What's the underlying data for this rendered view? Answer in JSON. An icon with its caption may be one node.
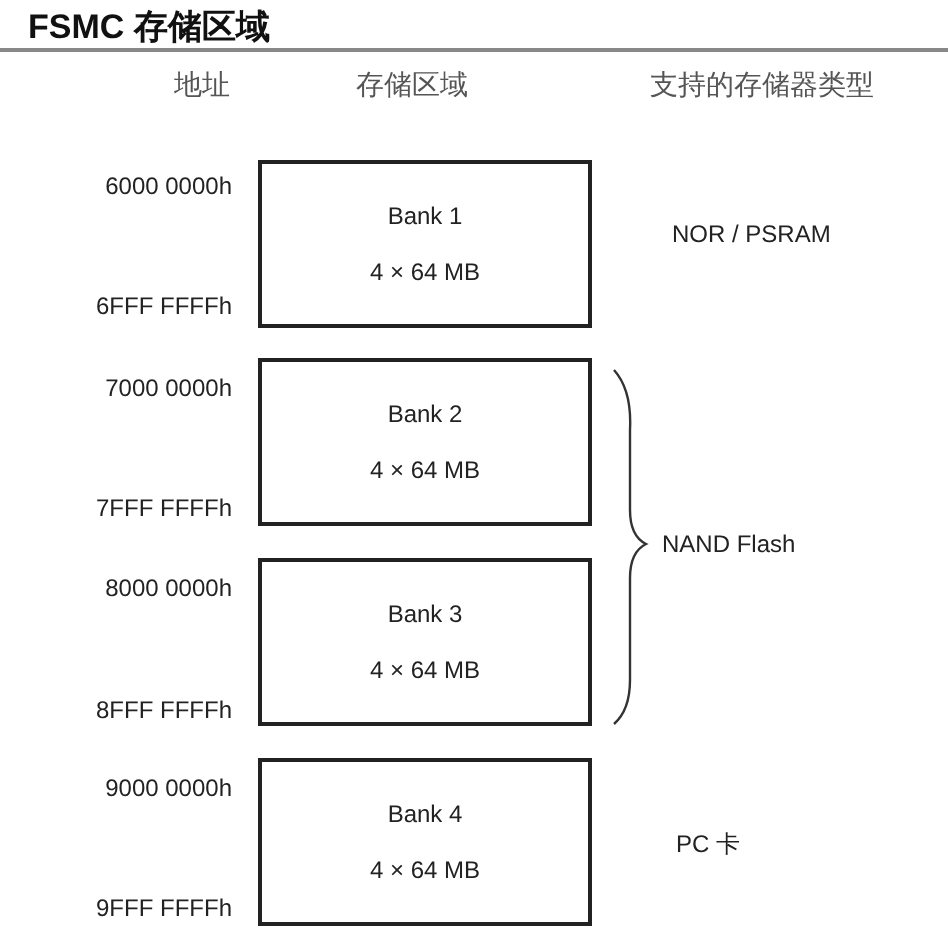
{
  "diagram": {
    "title": "FSMC 存储区域",
    "nodes": [
      {
        "text": [
          "Bank 1",
          "4 × 64 MB"
        ]
      },
      {
        "text": [
          "Bank 2",
          "4 × 64 MB"
        ]
      },
      {
        "text": [
          "Bank 3",
          "4 × 64 MB"
        ]
      },
      {
        "text": [
          "Bank 4",
          "4 × 64 MB"
        ]
      }
    ],
    "labels": [
      "地址",
      "存储区域",
      "支持的存储器类型",
      "6000 0000h",
      "NOR / PSRAM",
      "6FFF FFFFh",
      "7000 0000h",
      "7FFF FFFFh",
      "NAND Flash",
      "8000 0000h",
      "8FFF FFFFh",
      "9000 0000h",
      "PC 卡",
      "9FFF FFFFh"
    ]
  }
}
